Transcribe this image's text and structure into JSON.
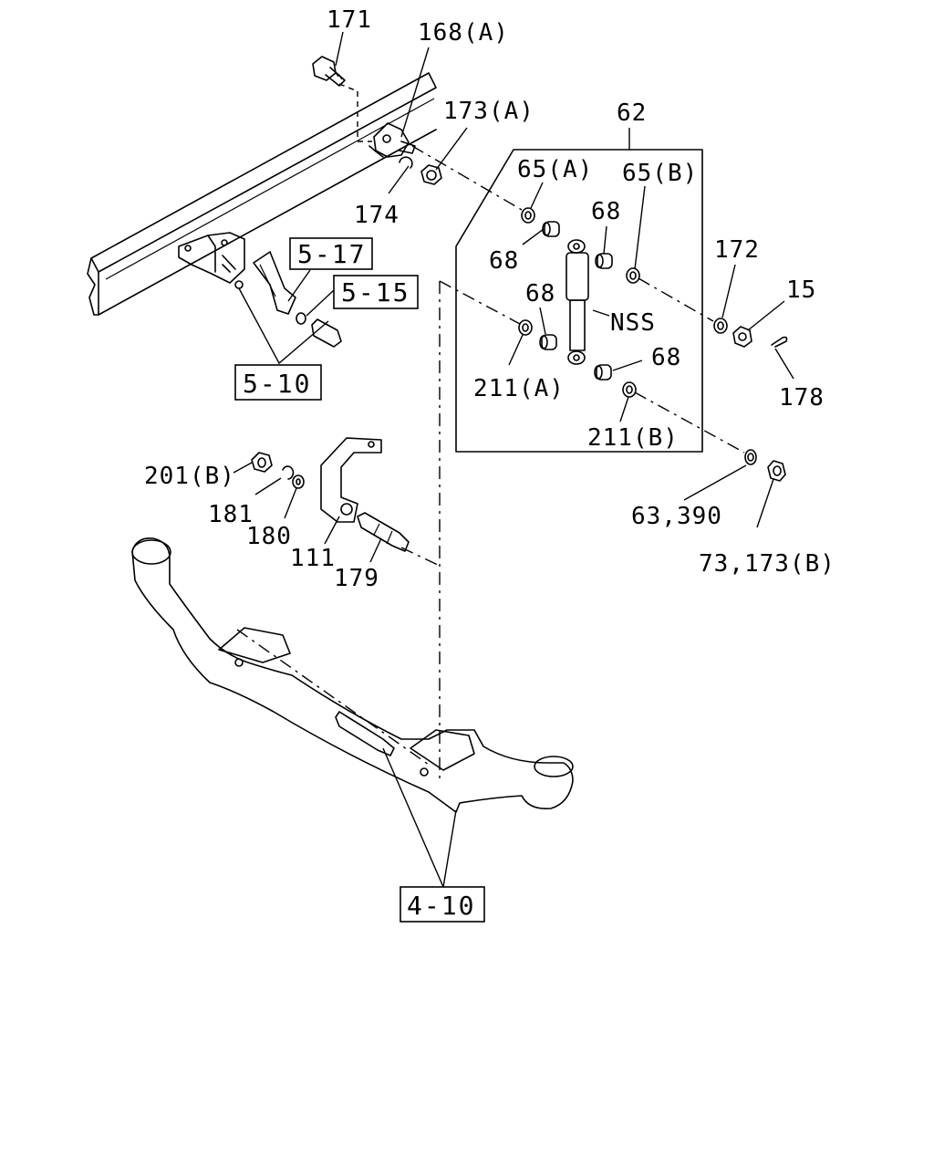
{
  "diagram": {
    "callouts": {
      "c171": "171",
      "c168a": "168(A)",
      "c173a": "173(A)",
      "c62": "62",
      "c65a": "65(A)",
      "c65b": "65(B)",
      "c174": "174",
      "c68_1": "68",
      "c68_2": "68",
      "c68_3": "68",
      "c68_4": "68",
      "c172": "172",
      "c15": "15",
      "cnss": "NSS",
      "c178": "178",
      "c211a": "211(A)",
      "c211b": "211(B)",
      "c201b": "201(B)",
      "c181": "181",
      "c180": "180",
      "c111": "111",
      "c179": "179",
      "c63_390": "63,390",
      "c73_173b": "73,173(B)"
    },
    "references": {
      "r5_17": "5-17",
      "r5_15": "5-15",
      "r5_10": "5-10",
      "r4_10": "4-10"
    }
  }
}
